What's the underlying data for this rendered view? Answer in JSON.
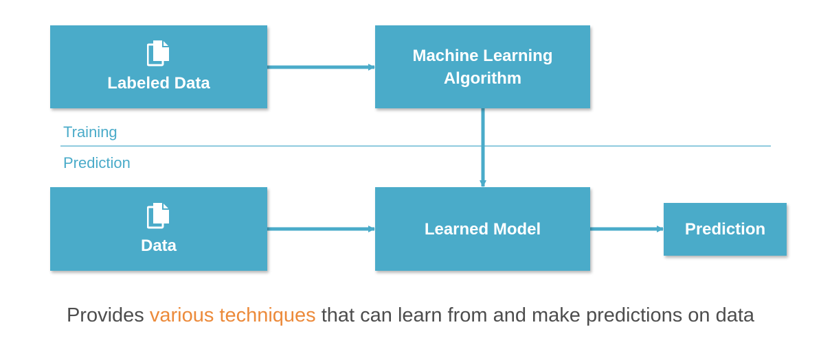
{
  "diagram": {
    "nodes": {
      "labeled_data": {
        "label": "Labeled Data",
        "icon": "document-icon"
      },
      "ml_algorithm": {
        "label": "Machine Learning\nAlgorithm"
      },
      "data": {
        "label": "Data",
        "icon": "document-icon"
      },
      "learned_model": {
        "label": "Learned Model"
      },
      "prediction": {
        "label": "Prediction"
      }
    },
    "phases": {
      "training": "Training",
      "prediction": "Prediction"
    },
    "edges": [
      {
        "from": "labeled_data",
        "to": "ml_algorithm"
      },
      {
        "from": "ml_algorithm",
        "to": "learned_model"
      },
      {
        "from": "data",
        "to": "learned_model"
      },
      {
        "from": "learned_model",
        "to": "prediction"
      }
    ]
  },
  "caption": {
    "before": "Provides ",
    "highlight": "various techniques",
    "after": " that can learn from and make predictions on data"
  },
  "colors": {
    "box_fill": "#4aabc9",
    "arrow": "#4aabc9",
    "caption_text": "#4d4d4d",
    "caption_highlight": "#ec8a3a"
  }
}
